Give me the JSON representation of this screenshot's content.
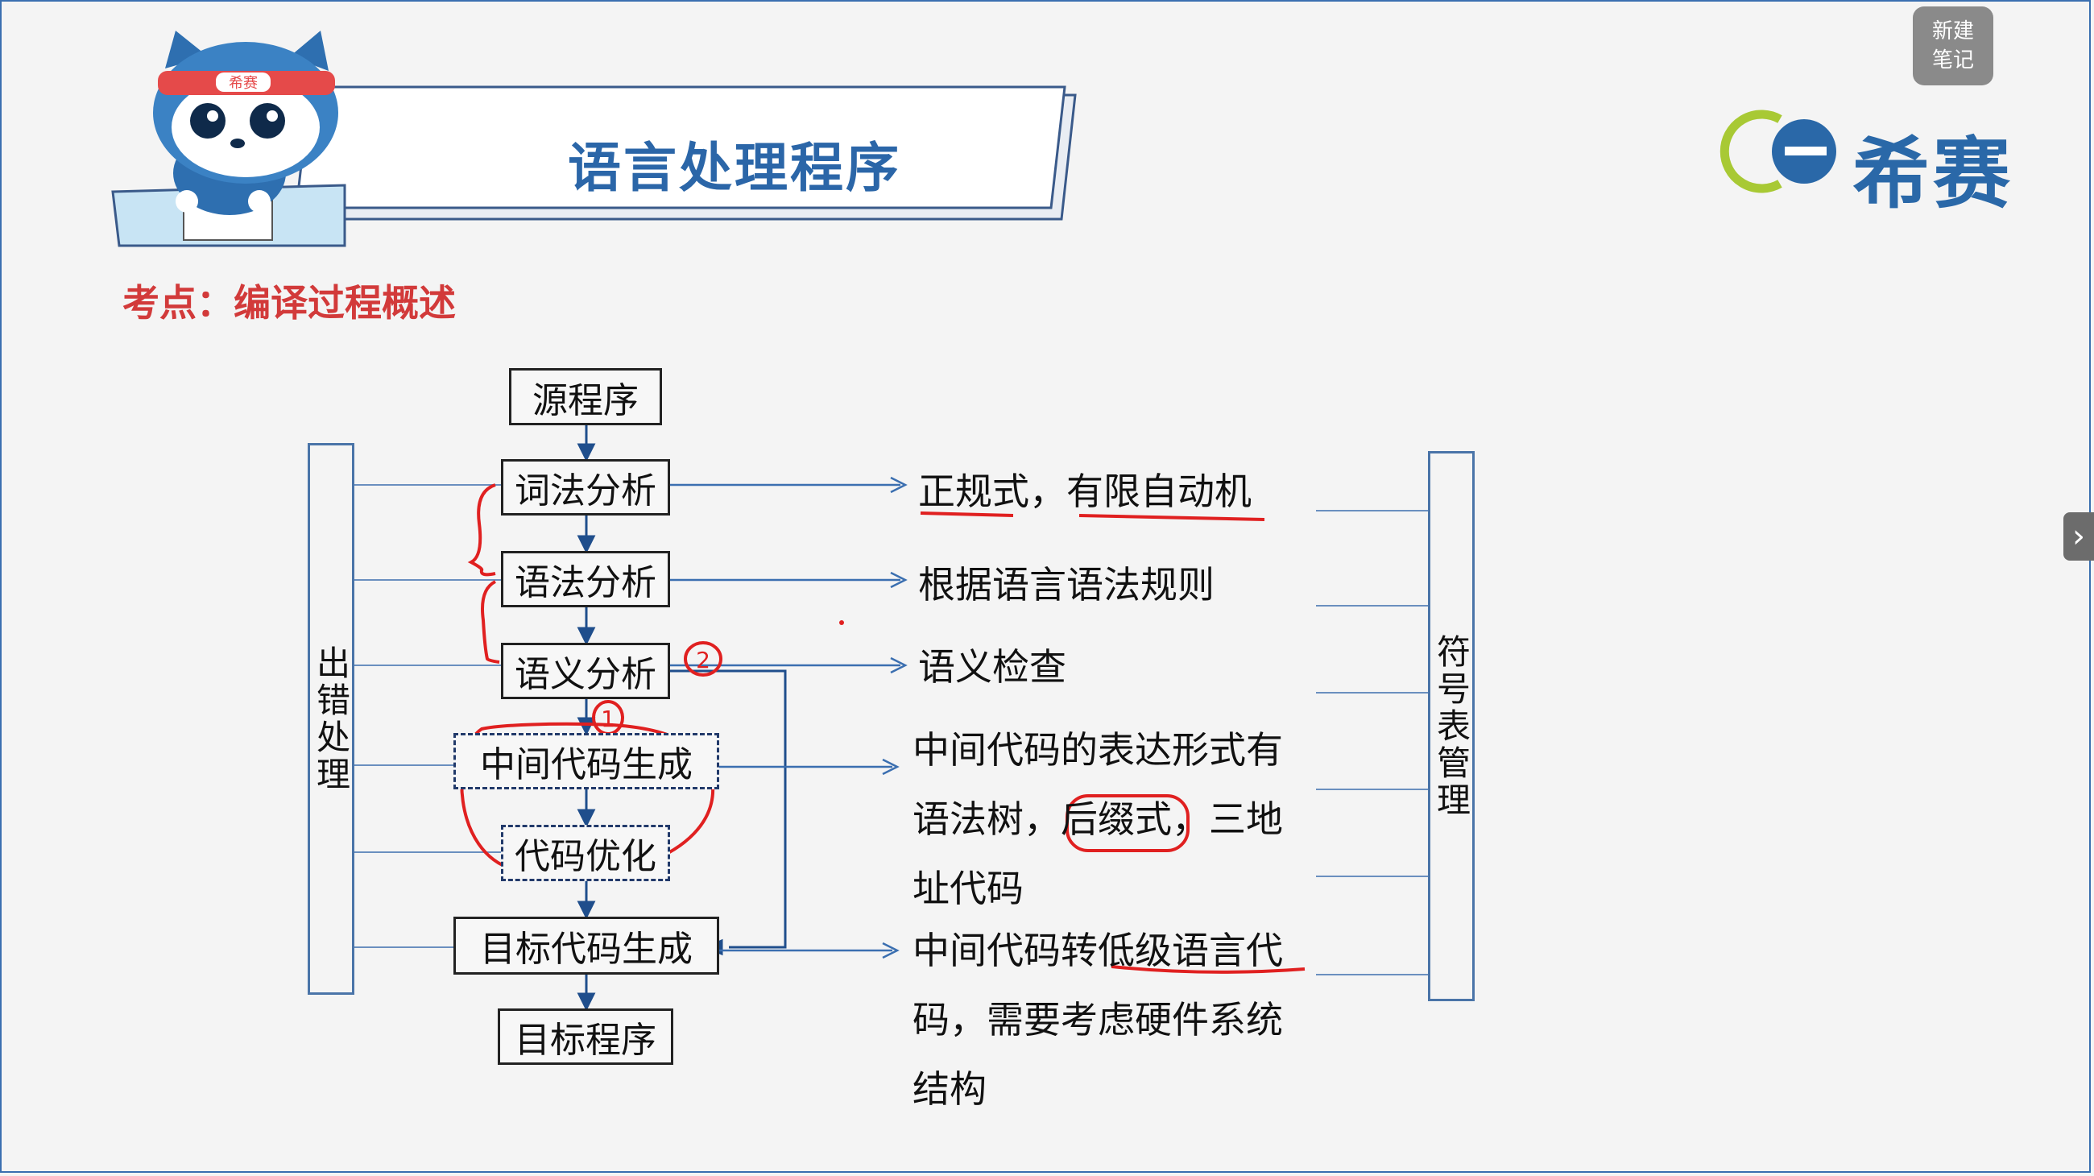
{
  "header": {
    "title": "语言处理程序",
    "topic": "考点：编译过程概述",
    "brand_logo_text": "希赛",
    "mascot_band_text": "希赛",
    "new_note_line1": "新建",
    "new_note_line2": "笔记"
  },
  "flow": {
    "source": "源程序",
    "lexical": "词法分析",
    "syntax": "语法分析",
    "semantic": "语义分析",
    "intermediate": "中间代码生成",
    "optimize": "代码优化",
    "target_gen": "目标代码生成",
    "target": "目标程序"
  },
  "side": {
    "error": "出错处理",
    "symbol": "符号表管理"
  },
  "notes": {
    "lexical_a": "正规式，",
    "lexical_b": "有限自动机",
    "syntax": "根据语言语法规则",
    "semantic": "语义检查",
    "inter_1": "中间代码的表达形式有",
    "inter_2a": "语法树，",
    "inter_2b": "后缀式",
    "inter_2c": "，三地",
    "inter_3": "址代码",
    "target_1a": "中间代码转",
    "target_1b": "低级语言代",
    "target_2": "码，需要考虑硬件系统",
    "target_3": "结构"
  },
  "annotations": {
    "mark_1": "1",
    "mark_2": "2"
  },
  "colors": {
    "title_blue": "#2b66a8",
    "topic_red": "#d23a3a",
    "arrow_blue": "#1f4e8c",
    "ink_red": "#e02020"
  }
}
